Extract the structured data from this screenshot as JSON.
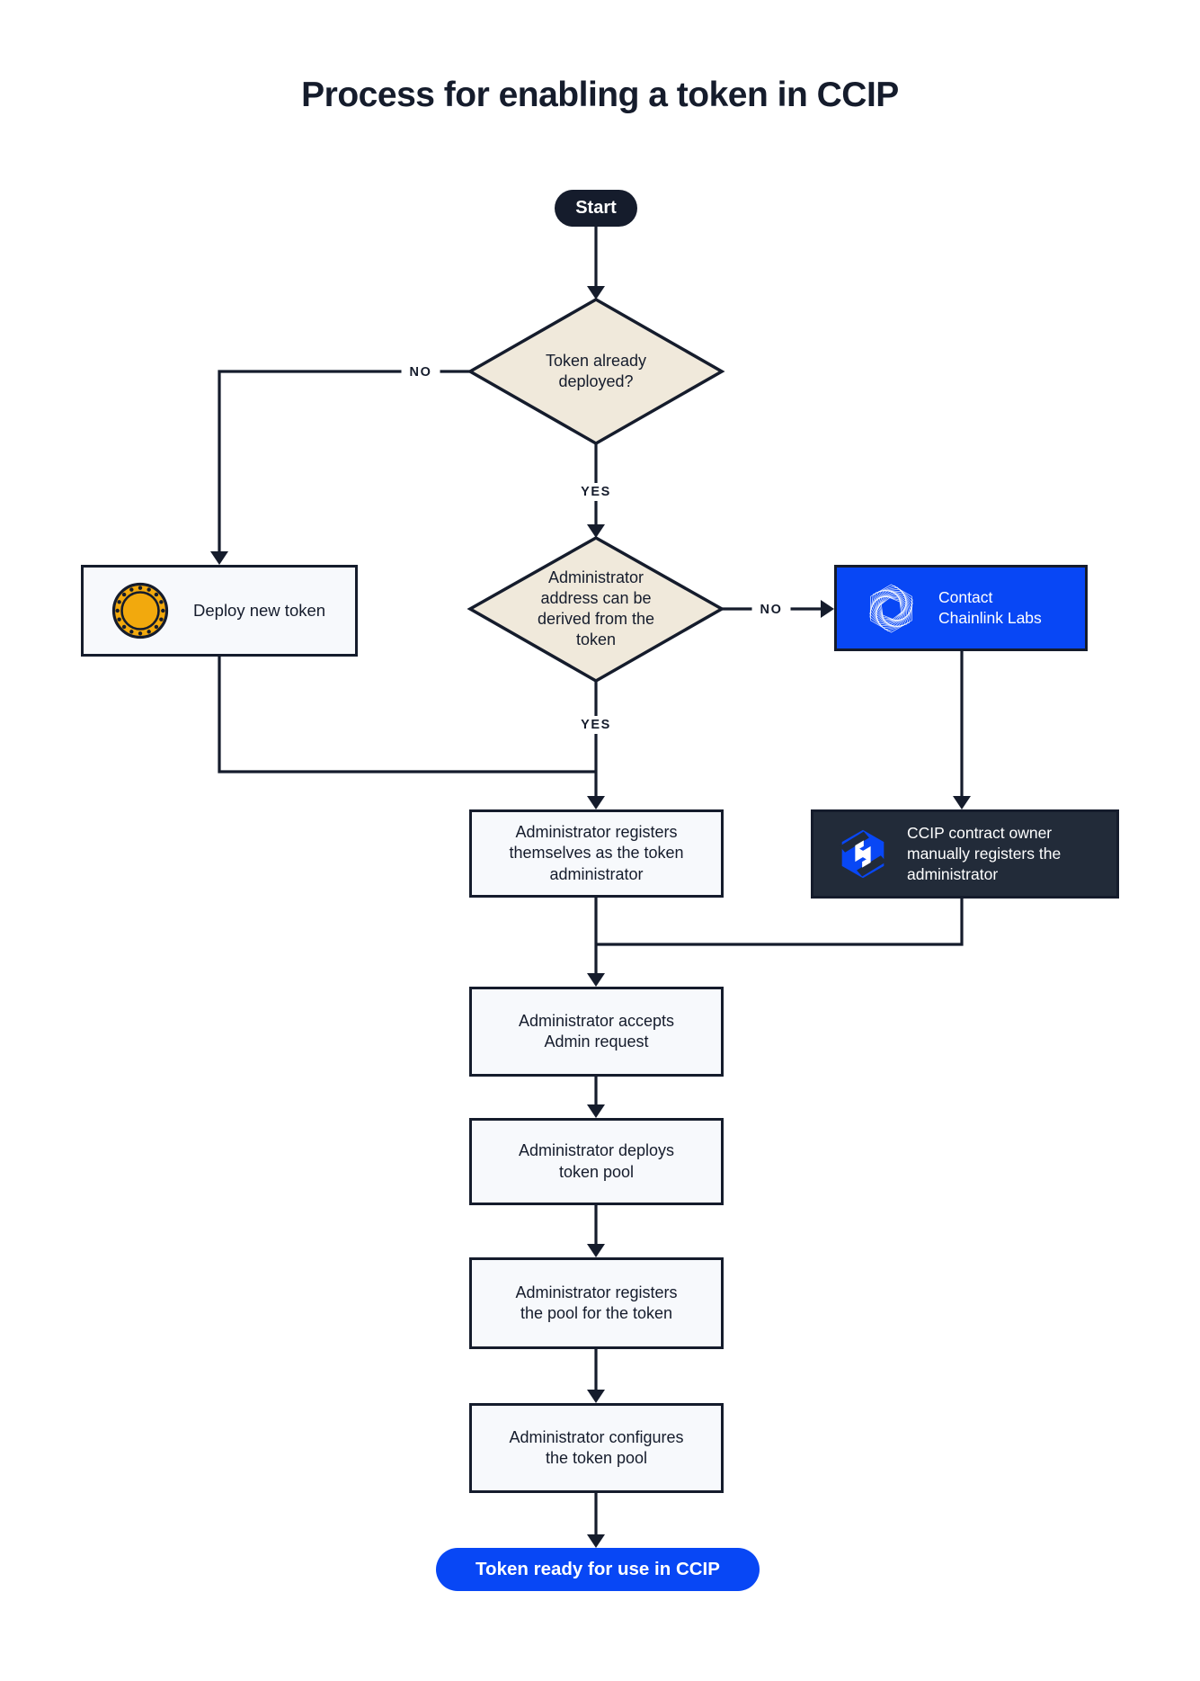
{
  "title": "Process for enabling a token in CCIP",
  "colors": {
    "ink": "#151C2C",
    "diamond_fill": "#F0E9DB",
    "box_fill": "#F7F9FC",
    "accent_blue": "#0847F5",
    "dark_panel": "#222B39",
    "coin_gold": "#F2A90D",
    "background": "#FFFFFF",
    "text_light": "#FFFFFF"
  },
  "nodes": {
    "start": {
      "type": "terminal",
      "label": "Start"
    },
    "token_deployed": {
      "type": "decision",
      "label": "Token already deployed?"
    },
    "deploy_new_token": {
      "type": "process",
      "icon": "coin-icon",
      "label": "Deploy new token"
    },
    "admin_derived": {
      "type": "decision",
      "label": "Administrator address can be derived from the token"
    },
    "contact_chainlink": {
      "type": "process",
      "icon": "chainlink-hexagon-icon",
      "label": "Contact Chainlink Labs"
    },
    "admin_registers_self": {
      "type": "process",
      "label": "Administrator registers themselves as the token administrator"
    },
    "ccip_owner_registers": {
      "type": "process",
      "icon": "ccip-logo-icon",
      "label": "CCIP contract owner manually registers the administrator"
    },
    "admin_accepts": {
      "type": "process",
      "label": "Administrator accepts Admin request"
    },
    "admin_deploys_pool": {
      "type": "process",
      "label": "Administrator deploys token pool"
    },
    "admin_registers_pool": {
      "type": "process",
      "label": "Administrator registers the pool for the token"
    },
    "admin_configures_pool": {
      "type": "process",
      "label": "Administrator configures the token pool"
    },
    "token_ready": {
      "type": "terminal",
      "label": "Token ready for use in CCIP"
    }
  },
  "edge_labels": {
    "token_deployed_no": "NO",
    "token_deployed_yes": "YES",
    "admin_derived_no": "NO",
    "admin_derived_yes": "YES"
  }
}
